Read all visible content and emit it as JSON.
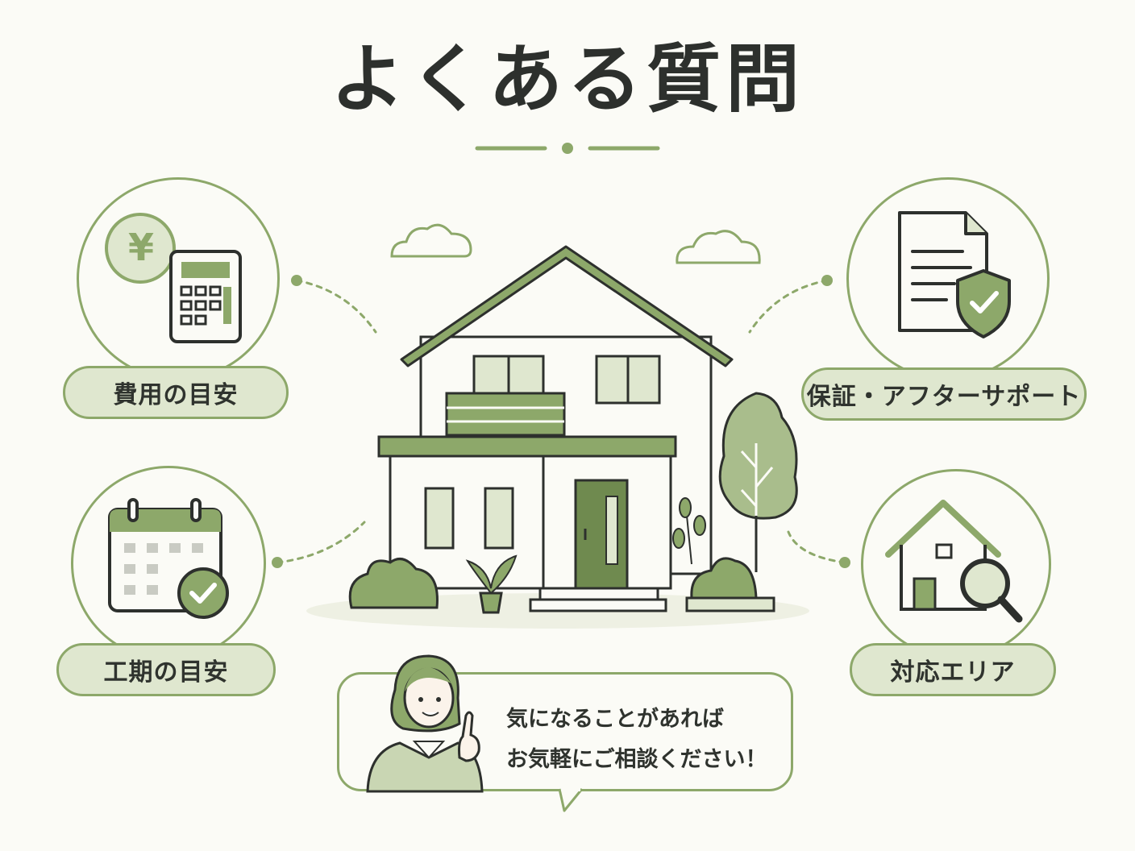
{
  "header": {
    "title": "よくある質問"
  },
  "topics": [
    {
      "label": "費用の目安",
      "icon": "yen-calculator-icon"
    },
    {
      "label": "工期の目安",
      "icon": "calendar-check-icon"
    },
    {
      "label": "保証・アフターサポート",
      "icon": "document-shield-icon"
    },
    {
      "label": "対応エリア",
      "icon": "house-search-icon"
    }
  ],
  "speech": {
    "line1": "気になることがあれば",
    "line2": "お気軽にご相談ください！"
  },
  "icons": {
    "yen_symbol": "¥"
  },
  "colors": {
    "accent": "#8da86a",
    "accent_light": "#dfe7cf",
    "background": "#fbfbf6",
    "text": "#2d302d"
  }
}
